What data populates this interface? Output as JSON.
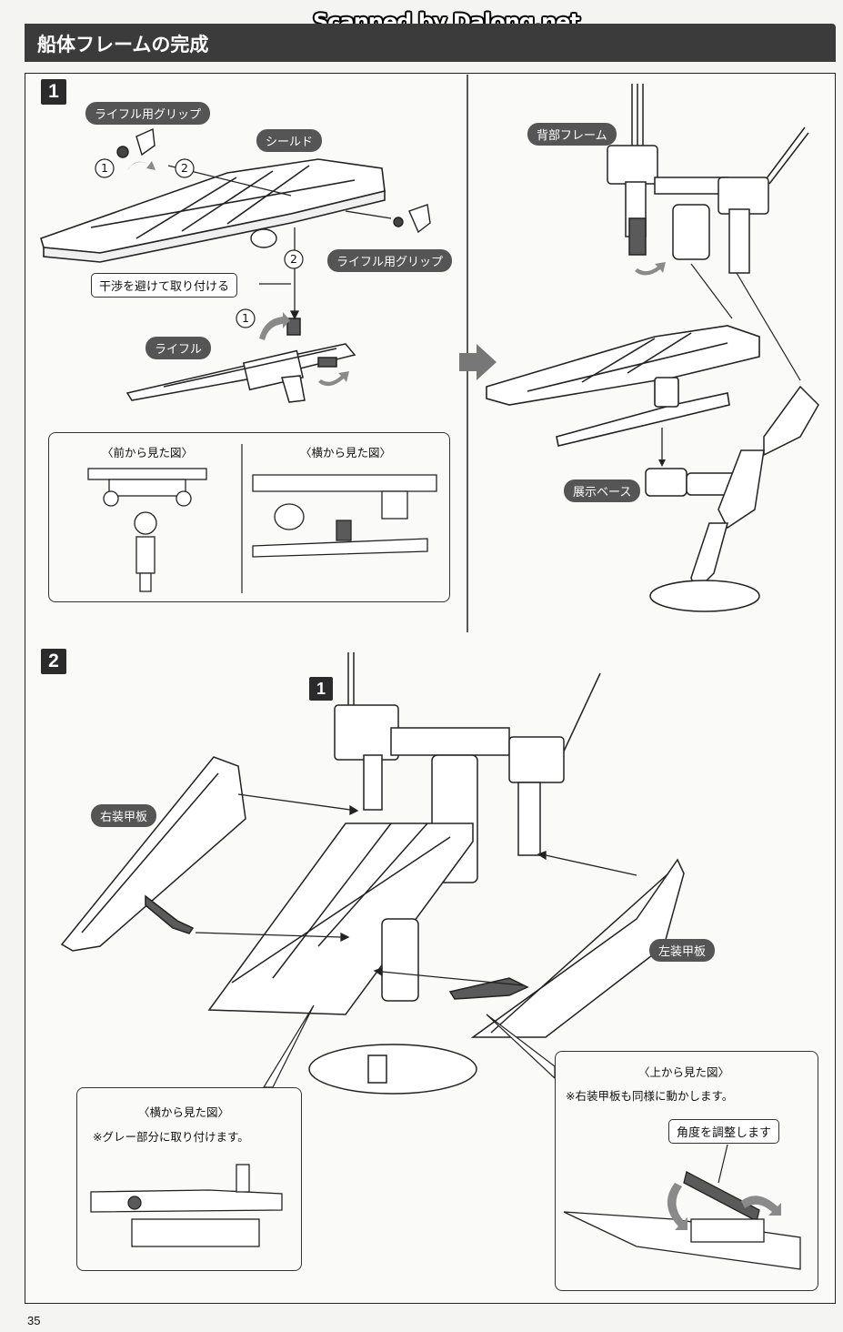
{
  "watermark": "Scanned by Dalong.net",
  "header": {
    "title": "船体フレームの完成"
  },
  "step1": {
    "number": "1",
    "labels": {
      "rifle_grip_top": "ライフル用グリップ",
      "shield": "シールド",
      "rifle_grip_right": "ライフル用グリップ",
      "avoid_interference": "干渉を避けて取り付ける",
      "rifle": "ライフル",
      "back_frame": "背部フレーム",
      "display_base": "展示ベース"
    },
    "markers": {
      "one_a": "1",
      "two_a": "2",
      "two_b": "2",
      "one_b": "1"
    },
    "inset_front_title": "〈前から見た図〉",
    "inset_side_title": "〈横から見た図〉"
  },
  "step2": {
    "number": "2",
    "ref_step": "1",
    "labels": {
      "right_armor": "右装甲板",
      "left_armor": "左装甲板"
    },
    "inset_side": {
      "title": "〈横から見た図〉",
      "note": "※グレー部分に取り付けます。"
    },
    "inset_top": {
      "title": "〈上から見た図〉",
      "note": "※右装甲板も同様に動かします。",
      "callout": "角度を調整します"
    }
  },
  "page_number": "35",
  "colors": {
    "header_bg": "#3b3b3b",
    "pill_bg": "#555555",
    "part_highlight": "#5a5a5a",
    "arrow_gray": "#8a8a8a"
  }
}
